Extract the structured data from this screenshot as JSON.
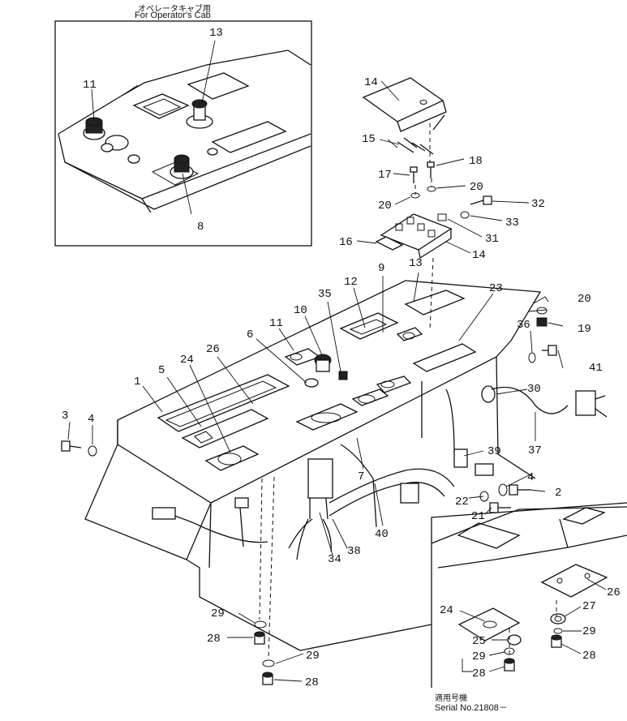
{
  "inset_top": {
    "caption_jp": "オペレータキャブ用",
    "caption_en": "For Operator's Cab",
    "callouts": [
      "13",
      "11",
      "8"
    ]
  },
  "inset_bottom": {
    "caption_jp": "適用号機",
    "caption_en": "Serial No.21808－",
    "callouts": [
      "26",
      "24",
      "27",
      "25",
      "29",
      "29",
      "28",
      "28"
    ]
  },
  "main_callouts": [
    "14",
    "15",
    "18",
    "17",
    "20",
    "20",
    "32",
    "33",
    "31",
    "16",
    "14",
    "13",
    "9",
    "12",
    "35",
    "10",
    "11",
    "6",
    "26",
    "24",
    "5",
    "1",
    "3",
    "4",
    "23",
    "20",
    "19",
    "36",
    "41",
    "30",
    "39",
    "37",
    "4",
    "2",
    "22",
    "21",
    "7",
    "40",
    "38",
    "34",
    "29",
    "28",
    "29",
    "28"
  ]
}
